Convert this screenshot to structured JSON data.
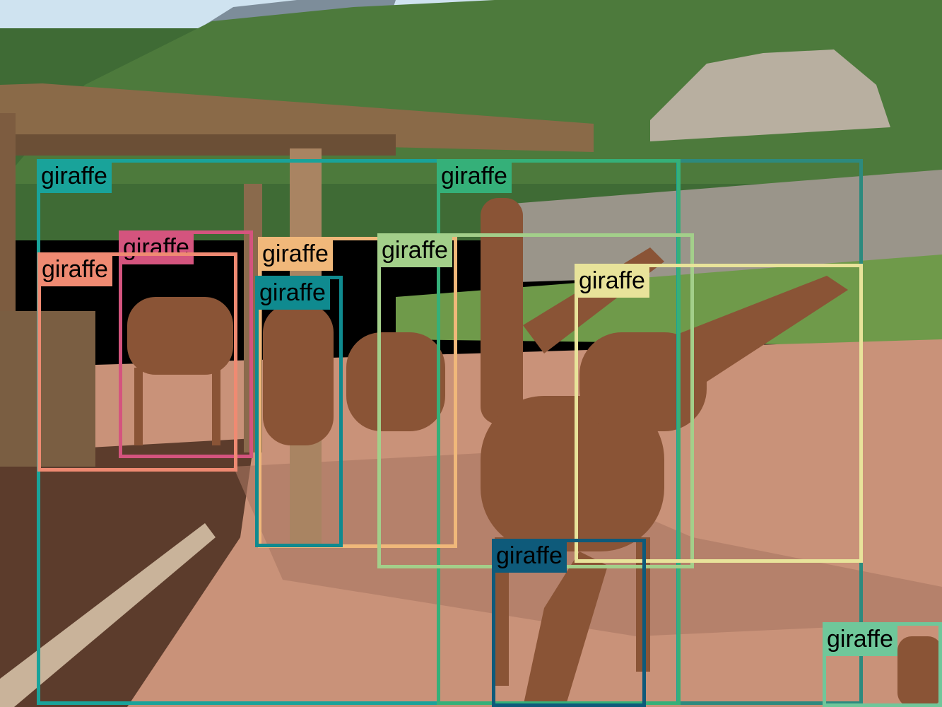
{
  "detections": [
    {
      "label": "giraffe",
      "color": "#19a39a"
    },
    {
      "label": "giraffe",
      "color": "#2d8a7e"
    },
    {
      "label": "giraffe",
      "color": "#35b079"
    },
    {
      "label": "giraffe",
      "color": "#d4547e"
    },
    {
      "label": "giraffe",
      "color": "#ef8a72"
    },
    {
      "label": "giraffe",
      "color": "#f0b87a"
    },
    {
      "label": "giraffe",
      "color": "#a3cf8a"
    },
    {
      "label": "giraffe",
      "color": "#0f8a8f"
    },
    {
      "label": "giraffe",
      "color": "#e8e39a"
    },
    {
      "label": "giraffe",
      "color": "#0e5a7a"
    },
    {
      "label": "giraffe",
      "color": "#6fc79a"
    }
  ]
}
